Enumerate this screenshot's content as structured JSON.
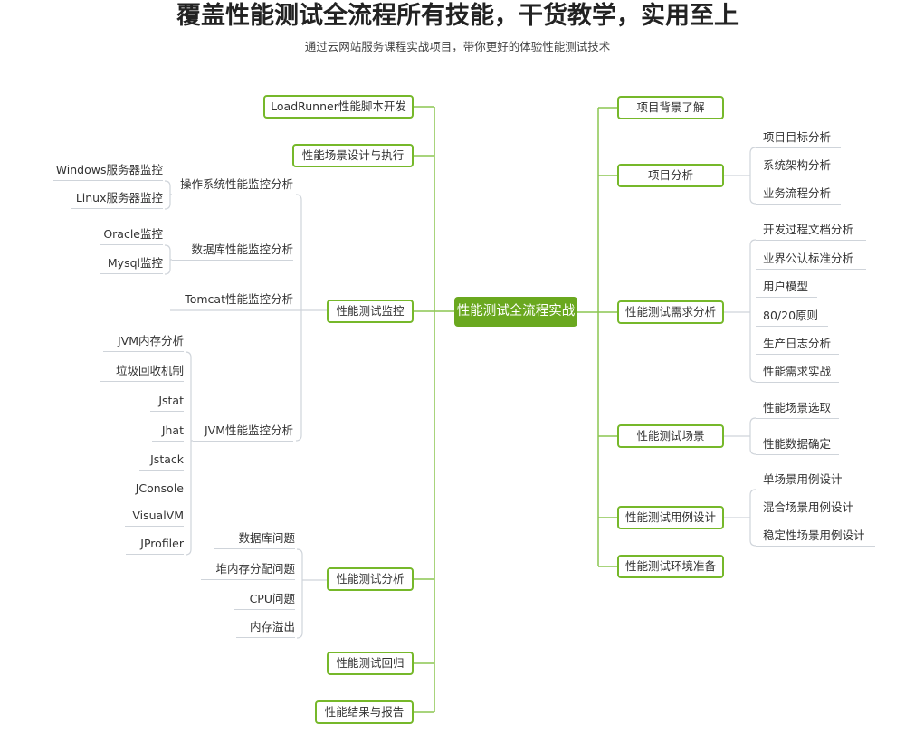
{
  "header": {
    "title": "覆盖性能测试全流程所有技能，干货教学，实用至上",
    "subtitle": "通过云网站服务课程实战项目，带你更好的体验性能测试技术"
  },
  "colors": {
    "accent": "#6aa81f",
    "node_border": "#76b82a",
    "branch_line": "#8cc650",
    "leaf_line": "#cfd4da"
  },
  "root": "性能测试全流程实战",
  "left": {
    "loadrunner": "LoadRunner性能脚本开发",
    "scenario_design": "性能场景设计与执行",
    "monitoring": {
      "label": "性能测试监控",
      "os": {
        "label": "操作系统性能监控分析",
        "children": [
          "Windows服务器监控",
          "Linux服务器监控"
        ]
      },
      "db": {
        "label": "数据库性能监控分析",
        "children": [
          "Oracle监控",
          "Mysql监控"
        ]
      },
      "tomcat": "Tomcat性能监控分析",
      "jvm": {
        "label": "JVM性能监控分析",
        "children": [
          "JVM内存分析",
          "垃圾回收机制",
          "Jstat",
          "Jhat",
          "Jstack",
          "JConsole",
          "VisualVM",
          "JProfiler"
        ]
      }
    },
    "analysis": {
      "label": "性能测试分析",
      "children": [
        "数据库问题",
        "堆内存分配问题",
        "CPU问题",
        "内存溢出"
      ]
    },
    "regression": "性能测试回归",
    "report": "性能结果与报告"
  },
  "right": {
    "background": "项目背景了解",
    "project_analysis": {
      "label": "项目分析",
      "children": [
        "项目目标分析",
        "系统架构分析",
        "业务流程分析"
      ]
    },
    "requirements": {
      "label": "性能测试需求分析",
      "children": [
        "开发过程文档分析",
        "业界公认标准分析",
        "用户模型",
        "80/20原则",
        "生产日志分析",
        "性能需求实战"
      ]
    },
    "scenario": {
      "label": "性能测试场景",
      "children": [
        "性能场景选取",
        "性能数据确定"
      ]
    },
    "cases": {
      "label": "性能测试用例设计",
      "children": [
        "单场景用例设计",
        "混合场景用例设计",
        "稳定性场景用例设计"
      ]
    },
    "environment": "性能测试环境准备"
  }
}
